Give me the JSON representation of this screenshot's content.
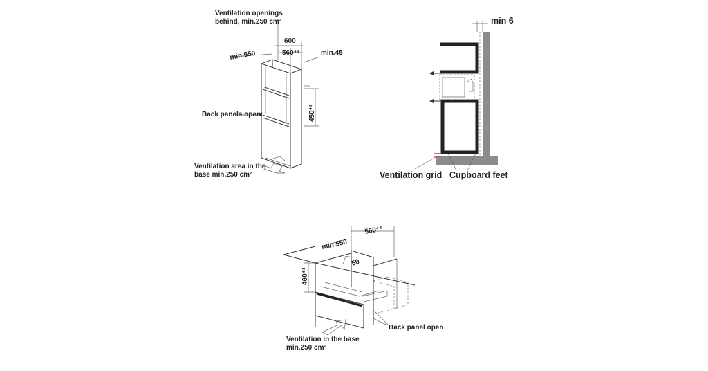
{
  "diagram_a": {
    "ventilation_openings_1": "Ventilation openings",
    "ventilation_openings_2": "behind, min.250 cm²",
    "dim_600": "600",
    "dim_560": "560⁺²",
    "dim_min550": "min.550",
    "dim_min45": "min.45",
    "back_panels_open": "Back panels open",
    "dim_450": "450⁺²",
    "ventilation_area_1": "Ventilation area in the",
    "ventilation_area_2": "base min.250 cm²"
  },
  "diagram_b": {
    "min_6": "min 6",
    "ventilation_grid": "Ventilation grid",
    "cupboard_feet": "Cupboard feet"
  },
  "diagram_c": {
    "dim_560": "560⁺²",
    "dim_min550": "min.550",
    "dim_50": "50",
    "dim_460": "460⁺²",
    "back_panel_open": "Back panel open",
    "ventilation_base_1": "Ventilation in the base",
    "ventilation_base_2": "min.250 cm²"
  },
  "colors": {
    "line": "#333333",
    "wall": "#8c8c8c",
    "panel": "#222222",
    "accent": "#d0306a"
  }
}
